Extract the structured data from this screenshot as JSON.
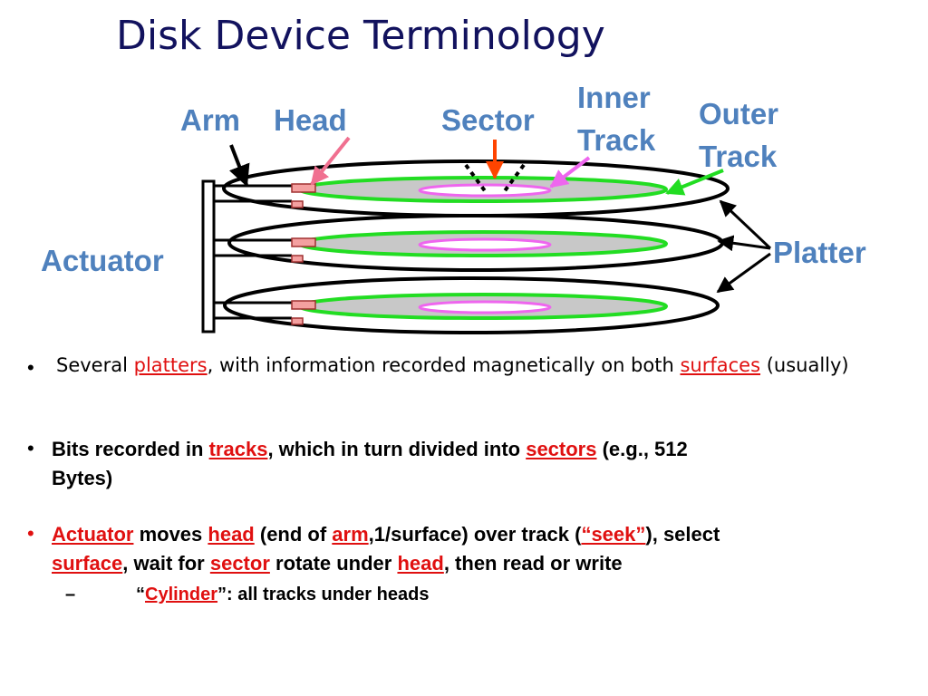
{
  "slide": {
    "title": "Disk Device Terminology"
  },
  "labels": {
    "arm": "Arm",
    "head": "Head",
    "sector": "Sector",
    "inner_track_1": "Inner",
    "inner_track_2": "Track",
    "outer_track_1": "Outer",
    "outer_track_2": "Track",
    "actuator": "Actuator",
    "platter": "Platter"
  },
  "bullets": {
    "b1": {
      "marker": "•",
      "t1": "Several ",
      "k1": "platters",
      "t2": ", with information recorded magnetically on both ",
      "k2": "surfaces",
      "t3": " (usually)"
    },
    "b2": {
      "marker": "•",
      "t1": "Bits recorded in ",
      "k1": "tracks",
      "t2": ", which in turn divided into ",
      "k2": "sectors",
      "t3": " (e.g., 512",
      "t4": "Bytes)"
    },
    "b3": {
      "marker": "•",
      "k1": "Actuator",
      "t1": " moves ",
      "k2": "head",
      "t2": " (end of ",
      "k3": "arm",
      "t3": ",1/surface) over track (",
      "k4": "“seek”",
      "t4": "), select",
      "k5": "surface",
      "t5": ", wait for ",
      "k6": "sector",
      "t6": " rotate under ",
      "k7": "head",
      "t7": ", then read or write"
    },
    "b4": {
      "marker": "–",
      "t1": "“",
      "k1": "Cylinder",
      "t2": "”: all tracks under heads"
    }
  },
  "colors": {
    "title": "#12125e",
    "label": "#4f81bd",
    "track": "#22dd22",
    "inner_track": "#ee66ee",
    "surface": "#c8c8c8",
    "head": "#f4a0a0",
    "sector_arrow": "#ff4400",
    "key_term": "#e01010"
  }
}
